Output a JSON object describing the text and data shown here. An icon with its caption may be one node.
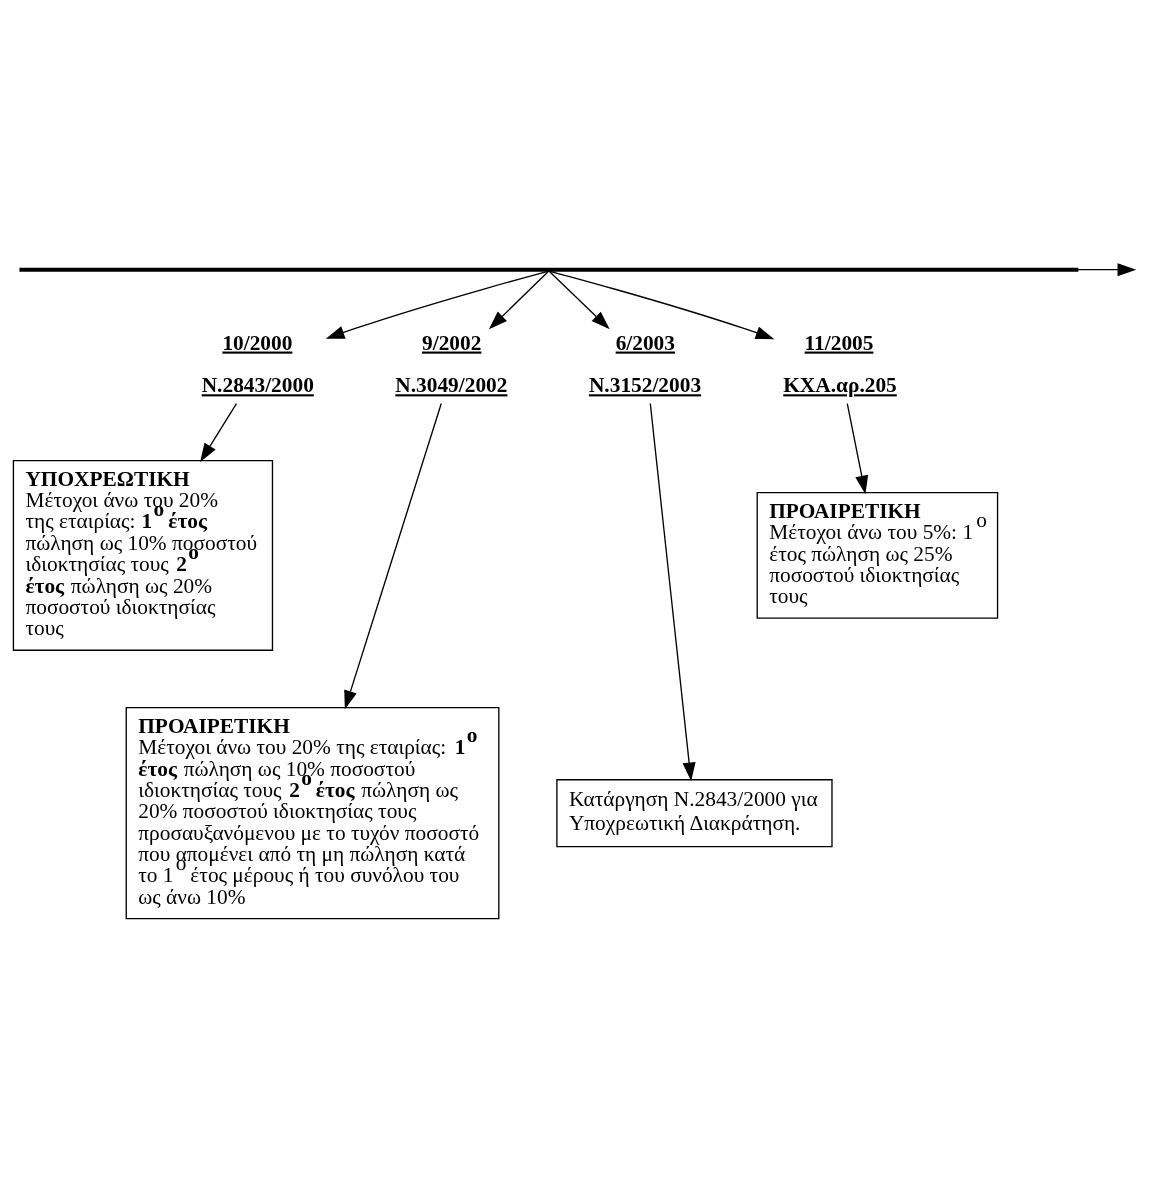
{
  "diagram": {
    "nodes": [
      {
        "text": [],
        "shape": "bar"
      },
      {
        "text": [
          "10/2000",
          "N.2843/2000"
        ]
      },
      {
        "text": [
          "9/2002",
          "N.3049/2002"
        ]
      },
      {
        "text": [
          "6/2003",
          "N.3152/2003"
        ]
      },
      {
        "text": [
          "11/2005",
          "ΚΧΑ.αρ.205"
        ]
      },
      {
        "text": [
          "ΥΠΟΧΡΕΩΤΙΚΗ",
          "Μέτοχοι άνω του 20% της εταιρίας: **1$^{o}$ έτος** πώληση ως 10% ποσοστού ιδιοκτησίας τους **2$^{o}$ έτος** πώληση ως 20% ποσοστού ιδιοκτησίας τους"
        ]
      },
      {
        "text": [
          "ΠΡΟΑΙΡΕΤΙΚΗ",
          "Μέτοχοι άνω του 20% της εταιρίας: **1$^{o}$ έτος** πώληση ως 10% ποσοστού ιδιοκτησίας τους **2$^{o}$ έτος** πώληση ως 20% ποσοστού ιδιοκτησίας τους προσαυξανόμενου με το τυχόν ποσοστό που απομένει από τη μη πώληση κατά το 1$^{o}$ έτος μέρους ή του συνόλου του ως άνω 10%"
        ]
      },
      {
        "text": [
          "Κατάργηση Ν.2843/2000 για Υποχρεωτική Διακράτηση."
        ]
      },
      {
        "text": [
          "ΠΡΟΑΙΡΕΤΙΚΗ",
          "Μέτοχοι άνω του 5%: 1$^{o}$ έτος πώληση ως 25% ποσοστού ιδιοκτησίας τους"
        ]
      }
    ],
    "edges": [
      {
        "from": 0,
        "to": 1,
        "arrow": "to"
      },
      {
        "from": 0,
        "to": 2,
        "arrow": "to"
      },
      {
        "from": 0,
        "to": 3,
        "arrow": "to"
      },
      {
        "from": 0,
        "to": 4,
        "arrow": "to"
      },
      {
        "from": 0,
        "to": null,
        "arrow": "to"
      },
      {
        "from": 1,
        "to": 5,
        "arrow": "to"
      },
      {
        "from": 2,
        "to": 6,
        "arrow": "to"
      },
      {
        "from": 3,
        "to": 7,
        "arrow": "to"
      },
      {
        "from": 4,
        "to": 8,
        "arrow": "to"
      }
    ]
  }
}
